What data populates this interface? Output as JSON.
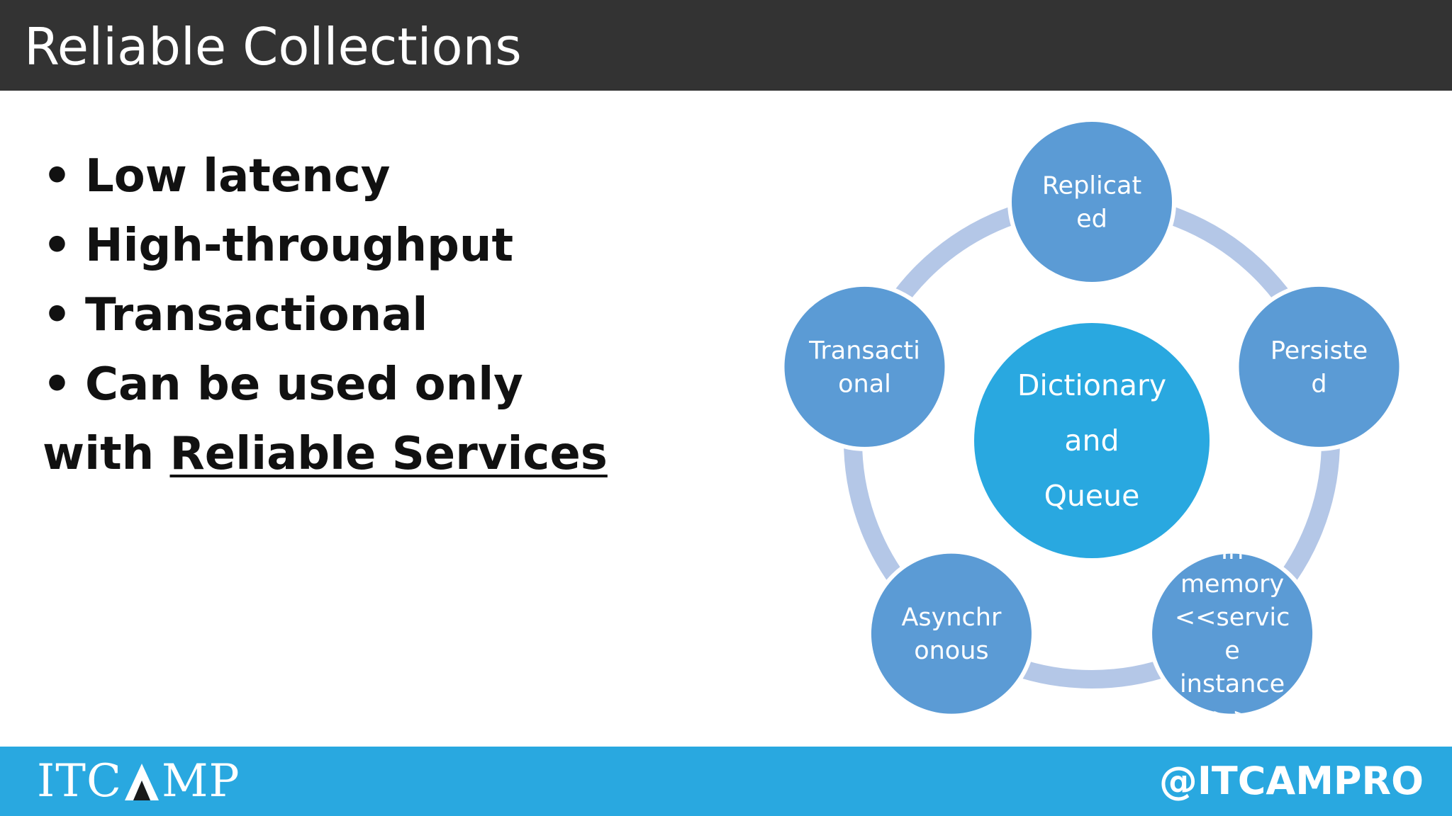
{
  "header": {
    "title": "Reliable Collections"
  },
  "bullets": {
    "items": [
      "Low latency",
      "High-throughput",
      "Transactional",
      "Can be used only"
    ],
    "continuation_prefix": "with ",
    "continuation_link": "Reliable Services"
  },
  "diagram": {
    "center": {
      "lines": [
        "Dictionary",
        "and",
        "Queue"
      ]
    },
    "nodes": [
      {
        "lines": [
          "Replicat",
          "ed"
        ]
      },
      {
        "lines": [
          "Persiste",
          "d"
        ]
      },
      {
        "lines": [
          "In",
          "memory",
          "<<servic",
          "e",
          "instance",
          ">>"
        ]
      },
      {
        "lines": [
          "Asynchr",
          "onous"
        ]
      },
      {
        "lines": [
          "Transacti",
          "onal"
        ]
      }
    ],
    "colors": {
      "ring": "#b4c7e7",
      "node": "#5b9bd5",
      "center": "#29a8e0",
      "text": "#ffffff"
    }
  },
  "footer": {
    "logo_left": "ITC",
    "logo_right": "MP",
    "handle": "@ITCAMPRO"
  }
}
